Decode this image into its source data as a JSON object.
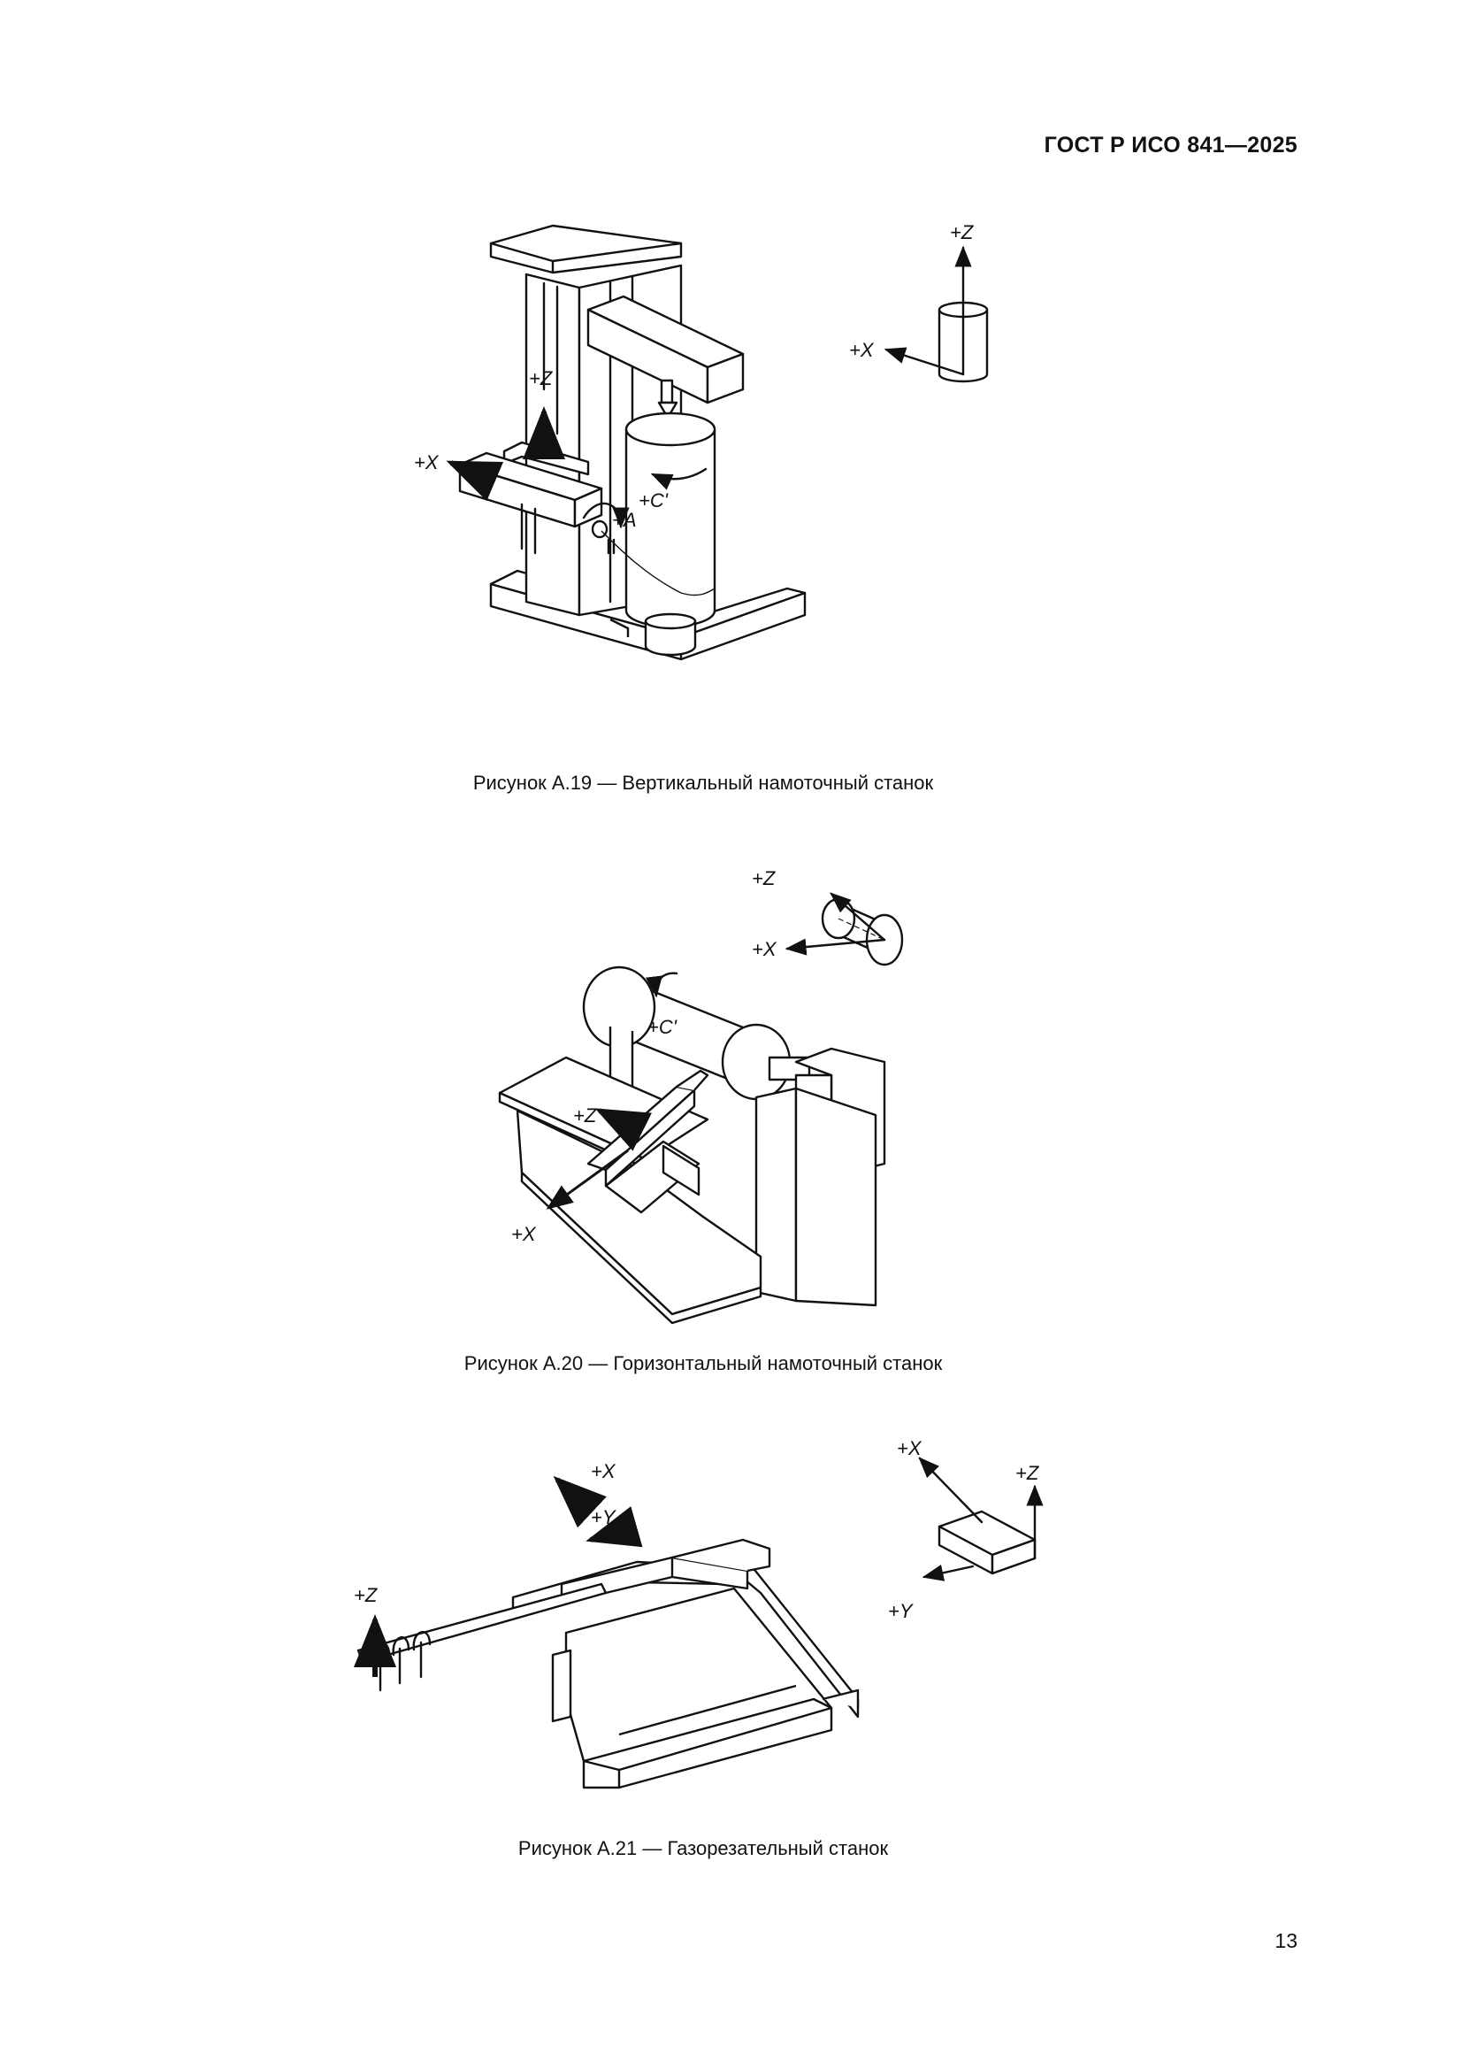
{
  "header": {
    "standard": "ГОСТ Р ИСО 841—2025"
  },
  "figures": [
    {
      "caption": "Рисунок А.19 — Вертикальный намоточный станок",
      "labels": {
        "z": "+Z",
        "x": "+X",
        "a": "+A",
        "c": "+C'",
        "ref_z": "+Z",
        "ref_x": "+X"
      }
    },
    {
      "caption": "Рисунок А.20 — Горизонтальный намоточный станок",
      "labels": {
        "ref_z": "+Z",
        "ref_x": "+X",
        "c": "+C'",
        "z": "+Z",
        "x": "+X"
      }
    },
    {
      "caption": "Рисунок А.21 — Газорезательный станок",
      "labels": {
        "x": "+X",
        "y": "+Y",
        "z": "+Z",
        "ref_x": "+X",
        "ref_z": "+Z",
        "ref_y": "+Y"
      }
    }
  ],
  "footer": {
    "page_number": "13"
  }
}
